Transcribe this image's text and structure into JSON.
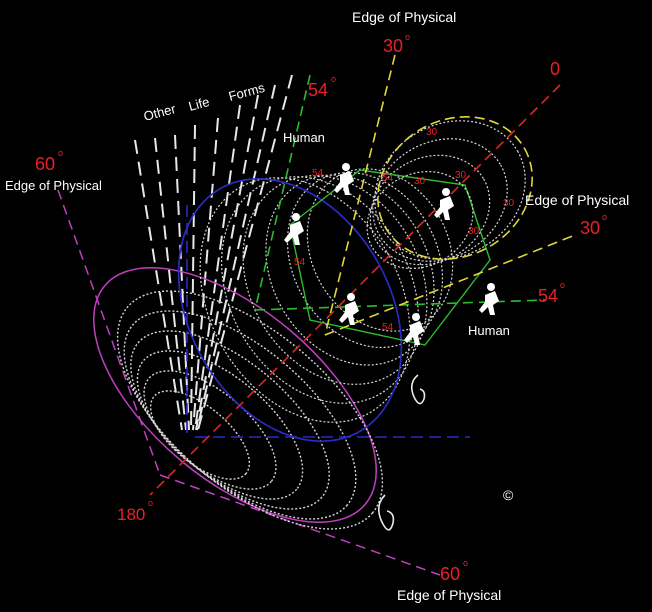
{
  "colors": {
    "background": "#000000",
    "axis_red": "#e8202a",
    "cone30_yellow": "#e3d63a",
    "cone54_green": "#2bbd2b",
    "cone60_magenta": "#c040c0",
    "blue": "#2a2ac8",
    "ring_white": "#d8d8d8"
  },
  "labels": {
    "edge_top": "Edge of Physical",
    "deg30_top": "30",
    "deg0": "0",
    "deg54_top": "54",
    "other_life_forms": [
      "Other",
      "Life",
      "Forms"
    ],
    "human_top": "Human",
    "deg60_left": "60",
    "edge_left": "Edge of Physical",
    "edge_right": "Edge of Physical",
    "deg30_right": "30",
    "deg54_right": "54",
    "human_right": "Human",
    "deg180": "180",
    "deg60_bottom": "60",
    "edge_bottom": "Edge of Physical",
    "copyright": "©",
    "degree_symbol": "o"
  },
  "inner_labels": {
    "small_54": [
      "54",
      "54",
      "54",
      "54"
    ],
    "small_30": [
      "30",
      "30",
      "30",
      "30",
      "30"
    ]
  },
  "icons": [
    "human-figure-icon",
    "human-figure-icon",
    "human-figure-icon",
    "human-figure-icon",
    "human-figure-icon",
    "human-figure-icon"
  ]
}
